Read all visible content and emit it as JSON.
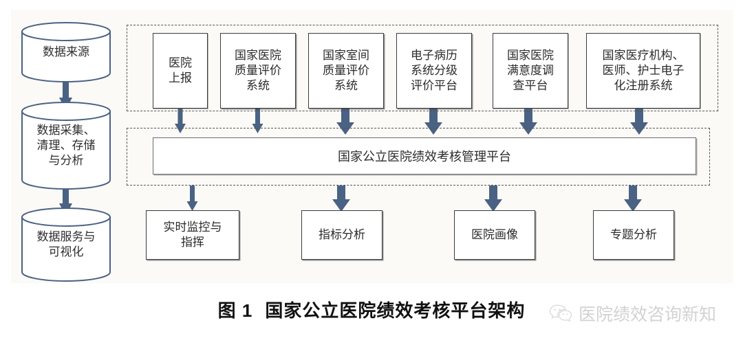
{
  "figure": {
    "caption_number": "图 1",
    "caption_title": "国家公立医院绩效考核平台架构"
  },
  "pipeline": {
    "stages": [
      {
        "id": "data-source",
        "label": "数据来源"
      },
      {
        "id": "data-processing",
        "label": "数据采集、\n清理、存储\n与分析"
      },
      {
        "id": "data-service",
        "label": "数据服务与\n可视化"
      }
    ]
  },
  "source_systems": {
    "group_label": "",
    "items": [
      {
        "id": "hospital-report",
        "label": "医院\n上报"
      },
      {
        "id": "national-quality-eval",
        "label": "国家医院\n质量评价\n系统"
      },
      {
        "id": "interlab-quality-eval",
        "label": "国家室间\n质量评价\n系统"
      },
      {
        "id": "emr-grading",
        "label": "电子病历\n系统分级\n评价平台"
      },
      {
        "id": "satisfaction-survey",
        "label": "国家医院\n满意度调\n查平台"
      },
      {
        "id": "e-registration",
        "label": "国家医疗机构、\n医师、护士电子\n化注册系统"
      }
    ]
  },
  "platform": {
    "label": "国家公立医院绩效考核管理平台"
  },
  "applications": {
    "items": [
      {
        "id": "realtime-monitoring",
        "label": "实时监控与\n指挥"
      },
      {
        "id": "indicator-analysis",
        "label": "指标分析"
      },
      {
        "id": "hospital-portrait",
        "label": "医院画像"
      },
      {
        "id": "topic-analysis",
        "label": "专题分析"
      }
    ]
  },
  "watermark": {
    "icon": "wechat-icon",
    "text": "医院绩效咨询新知"
  },
  "colors": {
    "cylinder_stroke": "#4a6283",
    "arrow_fill": "#4a6283",
    "box_stroke": "#3a3a3a",
    "dashed_stroke": "#555555",
    "canvas_bg": "#fbfaf7",
    "caption_text": "#111111",
    "watermark_text": "#d2d2d2"
  }
}
